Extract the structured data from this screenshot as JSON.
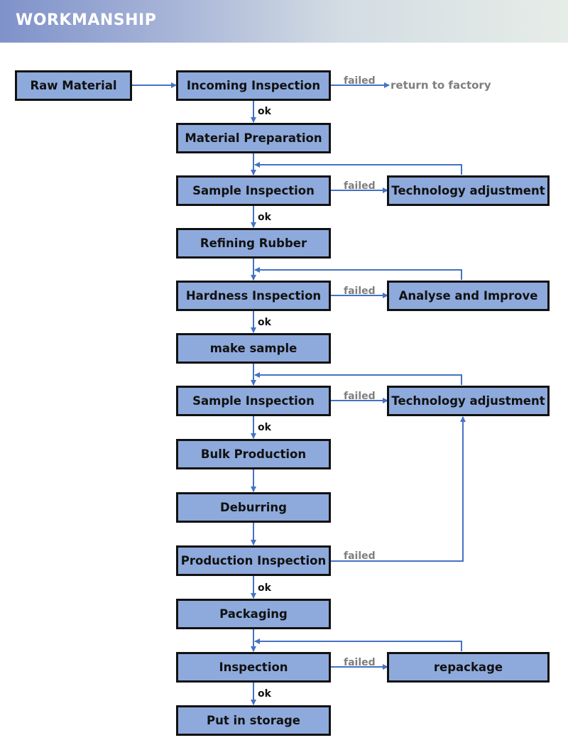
{
  "header": {
    "title": "WORKMANSHIP"
  },
  "colors": {
    "box_fill": "#8eaadc",
    "arrow": "#4472c4",
    "banner_start": "#7f92c9",
    "banner_end": "#e6ede8"
  },
  "nodes": {
    "raw_material": "Raw Material",
    "incoming_inspection": "Incoming Inspection",
    "material_preparation": "Material Preparation",
    "sample_inspection_1": "Sample Inspection",
    "technology_adjustment_1": "Technology adjustment",
    "refining_rubber": "Refining Rubber",
    "hardness_inspection": "Hardness Inspection",
    "analyse_and_improve": "Analyse and Improve",
    "make_sample": "make sample",
    "sample_inspection_2": "Sample Inspection",
    "technology_adjustment_2": "Technology adjustment",
    "bulk_production": "Bulk Production",
    "deburring": "Deburring",
    "production_inspection": "Production Inspection",
    "packaging": "Packaging",
    "inspection": "Inspection",
    "repackage": "repackage",
    "put_in_storage": "Put in storage"
  },
  "labels": {
    "failed": "failed",
    "ok": "ok",
    "return_to_factory": "return to factory"
  }
}
